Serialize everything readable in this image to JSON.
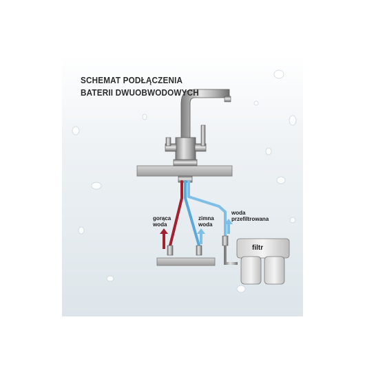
{
  "title": {
    "line1": "SCHEMAT PODŁĄCZENIA",
    "line2": "BATERII DWUOBWODOWYCH"
  },
  "labels": {
    "hot_water": [
      "gorąca",
      "woda"
    ],
    "cold_water": [
      "zimna",
      "woda"
    ],
    "filtered_water": [
      "woda",
      "przefiltrowana"
    ],
    "filter": "filtr"
  },
  "colors": {
    "hot": "#a3202e",
    "cold": "#5aa9d8",
    "filtered": "#7fbfe6",
    "metal": "#9a9a9a",
    "counter": "#b9b9b9",
    "background": "#e9eef2"
  }
}
